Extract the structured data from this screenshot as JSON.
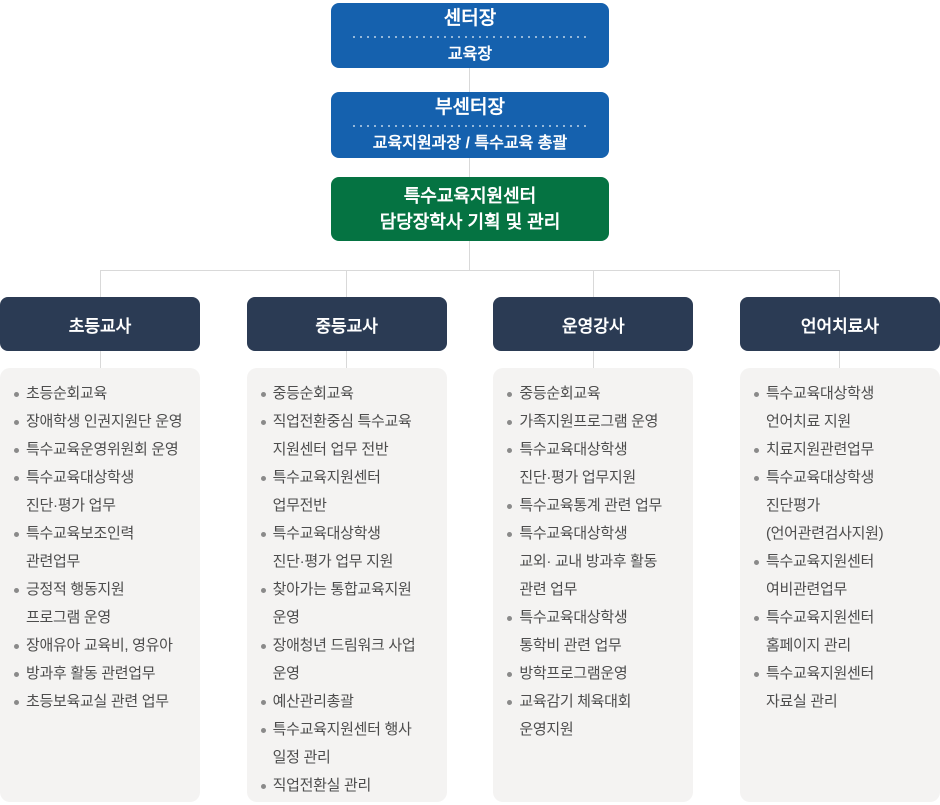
{
  "org_chart": {
    "center_head": {
      "title": "센터장",
      "subtitle": "교육장"
    },
    "deputy_head": {
      "title": "부센터장",
      "subtitle": "교육지원과장 / 특수교육 총괄"
    },
    "coordinator": {
      "label": "특수교육지원센터\n담당장학사 기획 및 관리"
    },
    "columns": [
      {
        "title": "초등교사",
        "items": [
          "초등순회교육",
          "장애학생 인권지원단 운영",
          "특수교육운영위원회 운영",
          "특수교육대상학생\n진단·평가 업무",
          "특수교육보조인력\n관련업무",
          "긍정적 행동지원\n프로그램 운영",
          "장애유아 교육비, 영유아",
          "방과후 활동 관련업무",
          "초등보육교실 관련 업무"
        ]
      },
      {
        "title": "중등교사",
        "items": [
          "중등순회교육",
          "직업전환중심 특수교육\n지원센터 업무 전반",
          "특수교육지원센터\n업무전반",
          "특수교육대상학생\n진단·평가 업무 지원",
          "찾아가는 통합교육지원\n운영",
          "장애청년 드림워크 사업\n운영",
          "예산관리총괄",
          "특수교육지원센터 행사\n일정 관리",
          "직업전환실 관리"
        ]
      },
      {
        "title": "운영강사",
        "items": [
          "중등순회교육",
          "가족지원프로그램 운영",
          "특수교육대상학생\n진단·평가 업무지원",
          "특수교육통계 관련 업무",
          "특수교육대상학생\n교외· 교내 방과후 활동\n관련 업무",
          "특수교육대상학생\n통학비 관련 업무",
          "방학프로그램운영",
          "교육감기 체육대회\n운영지원"
        ]
      },
      {
        "title": "언어치료사",
        "items": [
          "특수교육대상학생\n언어치료 지원",
          "치료지원관련업무",
          "특수교육대상학생\n진단평가\n(언어관련검사지원)",
          "특수교육지원센터\n여비관련업무",
          "특수교육지원센터\n홈페이지 관리",
          "특수교육지원센터\n자료실 관리"
        ]
      }
    ],
    "colors": {
      "primary_blue": "#1561ae",
      "green": "#057342",
      "navy": "#2b3b54",
      "panel_bg": "#f4f3f2",
      "connector": "#d9d9d9"
    }
  }
}
